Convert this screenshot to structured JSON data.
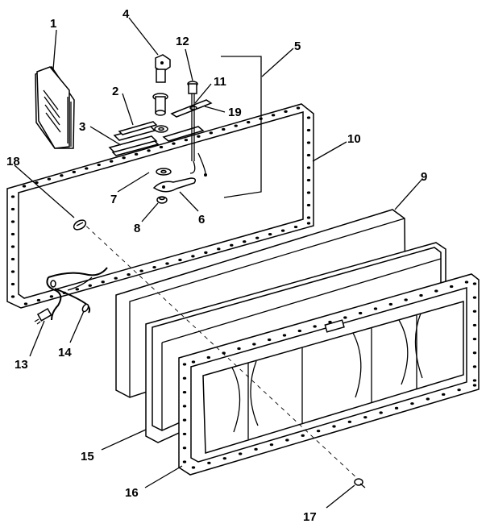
{
  "callouts": [
    {
      "id": "1",
      "label": "1"
    },
    {
      "id": "2",
      "label": "2"
    },
    {
      "id": "3",
      "label": "3"
    },
    {
      "id": "4",
      "label": "4"
    },
    {
      "id": "5",
      "label": "5"
    },
    {
      "id": "6",
      "label": "6"
    },
    {
      "id": "7",
      "label": "7"
    },
    {
      "id": "8",
      "label": "8"
    },
    {
      "id": "9",
      "label": "9"
    },
    {
      "id": "10",
      "label": "10"
    },
    {
      "id": "11",
      "label": "11"
    },
    {
      "id": "12",
      "label": "12"
    },
    {
      "id": "13",
      "label": "13"
    },
    {
      "id": "14",
      "label": "14"
    },
    {
      "id": "15",
      "label": "15"
    },
    {
      "id": "16",
      "label": "16"
    },
    {
      "id": "17",
      "label": "17"
    },
    {
      "id": "18",
      "label": "18"
    },
    {
      "id": "19",
      "label": "19"
    }
  ],
  "colors": {
    "ink": "#000000",
    "paper": "#ffffff"
  }
}
